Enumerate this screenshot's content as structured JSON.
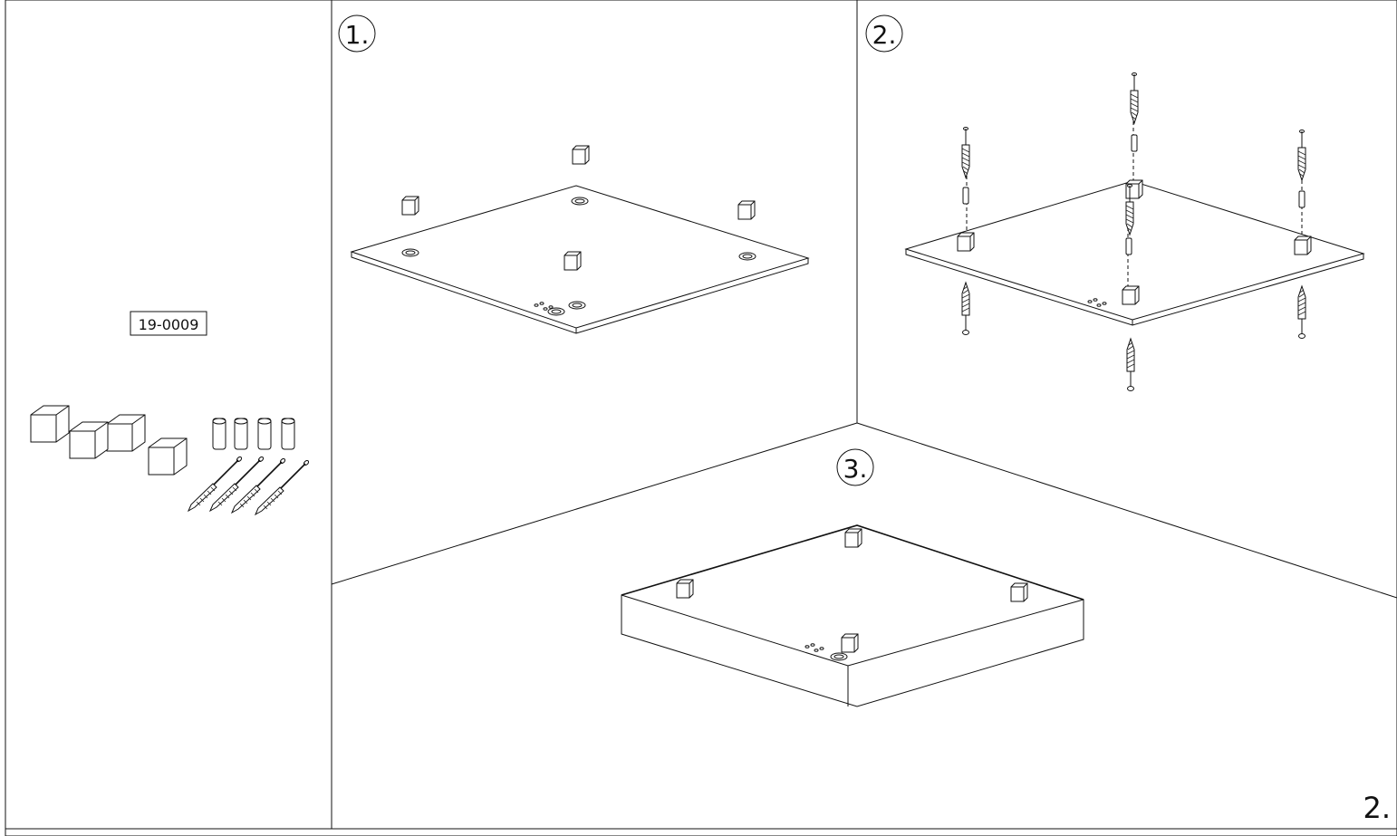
{
  "part_label": "19-0009",
  "steps": [
    {
      "label": "1."
    },
    {
      "label": "2."
    },
    {
      "label": "3."
    }
  ],
  "page_number": "2.",
  "hardware": {
    "blocks": 4,
    "dowels": 4,
    "screws": 4
  }
}
